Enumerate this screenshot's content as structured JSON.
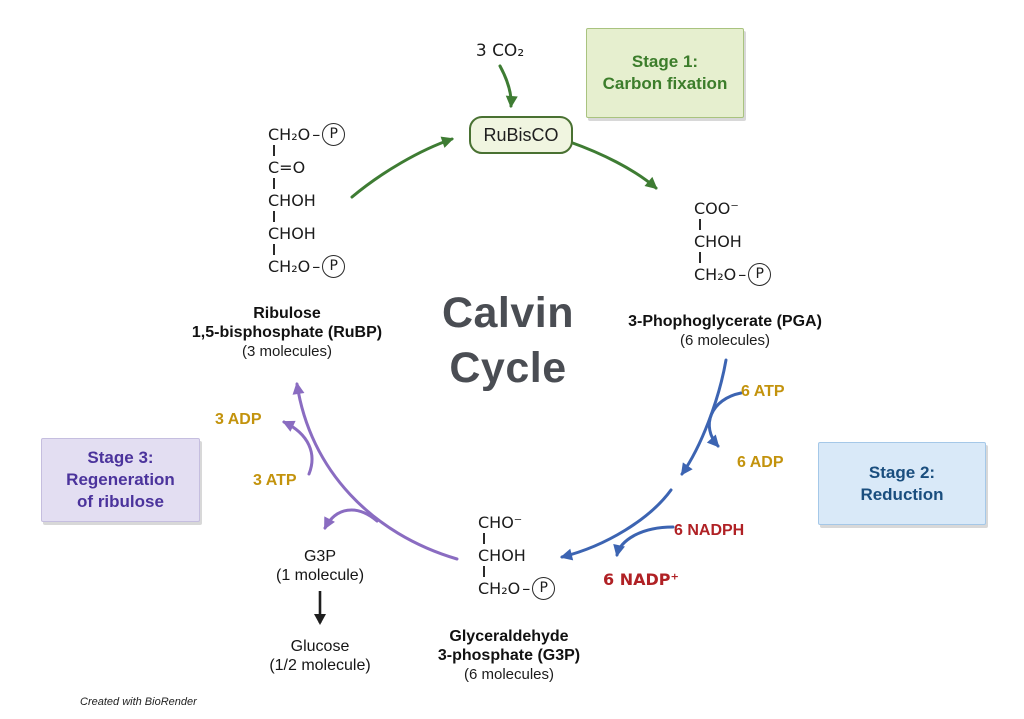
{
  "diagram_title": {
    "line1": "Calvin",
    "line2": "Cycle"
  },
  "watermark": "Created with BioRender",
  "co2_label": "3 CO₂",
  "rubisco_label": "RuBisCO",
  "symbols": {
    "phosphate": "P",
    "bond_dash": "–"
  },
  "stages": [
    {
      "lines": [
        "Stage 1:",
        "Carbon fixation"
      ]
    },
    {
      "lines": [
        "Stage 2:",
        "Reduction"
      ]
    },
    {
      "lines": [
        "Stage 3:",
        "Regeneration",
        "of ribulose"
      ]
    }
  ],
  "molecules": {
    "rubp": {
      "rows": [
        "CH₂O",
        "C=O",
        "CHOH",
        "CHOH",
        "CH₂O"
      ],
      "name_lines": [
        "Ribulose",
        "1,5-bisphosphate (RuBP)"
      ],
      "count": "(3 molecules)"
    },
    "pga": {
      "rows": [
        "COO⁻",
        "CHOH",
        "CH₂O"
      ],
      "name_lines": [
        "3-Phophoglycerate (PGA)"
      ],
      "count": "(6 molecules)"
    },
    "g3p": {
      "rows": [
        "CHO⁻",
        "CHOH",
        "CH₂O"
      ],
      "name_lines": [
        "Glyceraldehyde",
        "3-phosphate (G3P)"
      ],
      "count": "(6 molecules)"
    }
  },
  "cofactors": {
    "stage2_atp": "6 ATP",
    "stage2_adp": "6 ADP",
    "stage2_nadph": "6 NADPH",
    "stage2_nadp": "6 NADP⁺",
    "stage3_adp": "3 ADP",
    "stage3_atp": "3 ATP"
  },
  "outputs": {
    "g3p": {
      "name": "G3P",
      "count": "(1 molecule)"
    },
    "glucose": {
      "name": "Glucose",
      "count": "(1/2 molecule)"
    }
  },
  "colors": {
    "stage1_green_text": "#3c7d2b",
    "stage1_fill": "#e6efcf",
    "stage2_blue_text": "#1a4e7e",
    "stage2_fill": "#d9e9f8",
    "stage3_purple_text": "#4b339c",
    "stage3_fill": "#e3def2",
    "arrow_green": "#3e7c33",
    "arrow_blue": "#3c64b2",
    "arrow_purple": "#8a6cc1",
    "atp_adp_gold": "#c3930d",
    "nadph_red": "#b02125"
  }
}
